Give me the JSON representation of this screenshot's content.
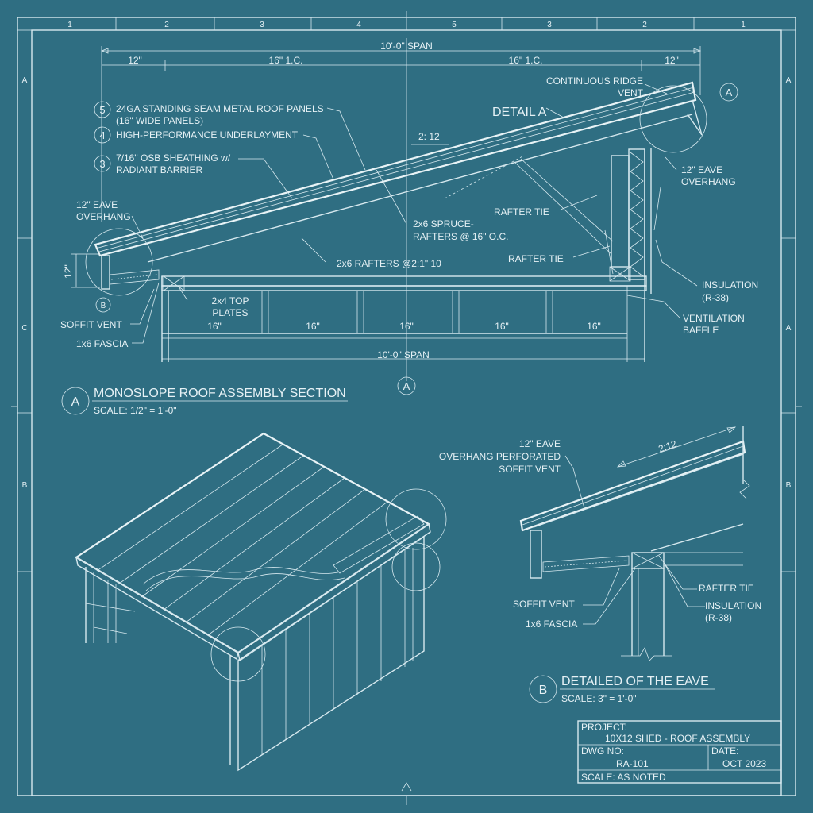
{
  "border": {
    "col_numbers_top": [
      "1",
      "2",
      "3",
      "4",
      "5",
      "3",
      "2",
      "1"
    ],
    "row_letters_left": [
      "A",
      "C",
      "B"
    ],
    "row_letters_right": [
      "A",
      "A",
      "B"
    ]
  },
  "section": {
    "overall_dim": "10'-0\" SPAN",
    "dim_left": "12\"",
    "dim_mid_left": "16\" 1.C.",
    "dim_mid_right": "16\" 1.C.",
    "dim_right": "12\"",
    "callouts": [
      {
        "num": "5",
        "text1": "24GA STANDING SEAM METAL ROOF PANELS",
        "text2": "(16\" WIDE PANELS)"
      },
      {
        "num": "4",
        "text1": "HIGH-PERFORMANCE UNDERLAYMENT",
        "text2": ""
      },
      {
        "num": "3",
        "text1": "7/16\" OSB SHEATHING w/",
        "text2": "RADIANT BARRIER"
      }
    ],
    "slope": "2: 12",
    "detail_a_label": "DETAIL A",
    "ridge_vent": [
      "CONTINUOUS RIDGE",
      "VENT"
    ],
    "circle_a": "A",
    "eave_right": [
      "12\"  EAVE",
      "OVERHANG"
    ],
    "eave_left": [
      "12\" EAVE",
      "OVERHANG"
    ],
    "rafters_spruce": [
      "2x6 SPRUCE-",
      "RAFTERS @ 16\" O.C."
    ],
    "rafters_note": "2x6 RAFTERS @2:1\" 10",
    "rafter_tie_1": "RAFTER TIE",
    "rafter_tie_2": "RAFTER TIE",
    "insulation": [
      "INSULATION",
      "(R-38)"
    ],
    "baffle": [
      "VENTILATION",
      "BAFFLE"
    ],
    "height_dim": "12\"",
    "circle_b": "B",
    "soffit_vent": "SOFFIT VENT",
    "fascia": "1x6 FASCIA",
    "top_plates": [
      "2x4 TOP",
      "PLATES"
    ],
    "bay_dims": [
      "16\"",
      "16\"",
      "16\"",
      "16\"",
      "16\""
    ],
    "bottom_span": "10'-0\" SPAN",
    "bottom_marker": "A"
  },
  "title_a": {
    "badge": "A",
    "title": "MONOSLOPE ROOF ASSEMBLY SECTION",
    "scale": "SCALE: 1/2\" = 1'-0\""
  },
  "eave_detail": {
    "eave_label": [
      "12\" EAVE",
      "OVERHANG PERFORATED",
      "SOFFIT VENT"
    ],
    "slope": "2:12",
    "rafter_tie": "RAFTER TIE",
    "insulation": [
      "INSULATION",
      "(R-38)"
    ],
    "soffit_vent": "SOFFIT VENT",
    "fascia": "1x6 FASCIA"
  },
  "title_b": {
    "badge": "B",
    "title": "DETAILED OF THE EAVE",
    "scale": "SCALE: 3\" = 1'-0\""
  },
  "title_block": {
    "project_label": "PROJECT:",
    "project_value": "10X12 SHED - ROOF ASSEMBLY",
    "dwg_label": "DWG NO:",
    "dwg_value": "RA-101",
    "date_label": "DATE:",
    "date_value": "OCT 2023",
    "scale_text": "SCALE: AS NOTED"
  },
  "colors": {
    "background": "#2f6e82",
    "linework": "#d7e9ef"
  }
}
